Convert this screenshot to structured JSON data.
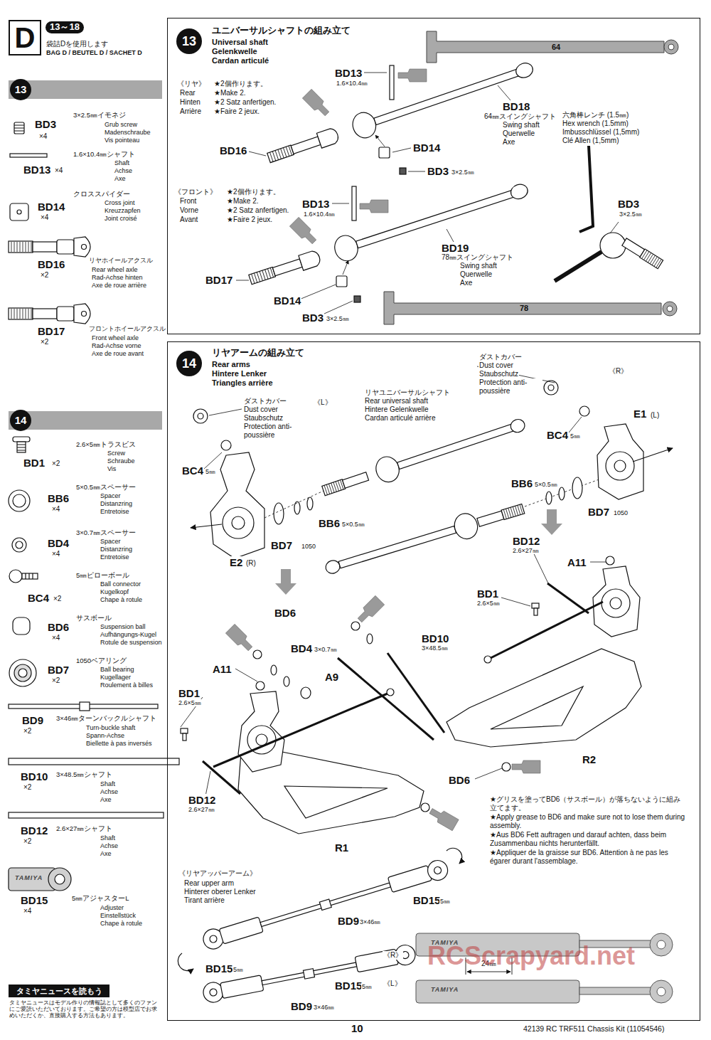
{
  "diagram": {
    "nodes": [
      {
        "text": [
          "D"
        ]
      },
      {
        "text": [
          "13"
        ]
      },
      {
        "text": [
          "14"
        ]
      },
      {
        "text": [
          "ユニバーサルシャフトの組み立て",
          "Universal shaft",
          "Gelenkwelle",
          "Cardan articulé"
        ]
      },
      {
        "text": [
          "13"
        ],
        "in": 3
      },
      {
        "text": [
          "リヤアームの組み立て",
          "Rear arms",
          "Hintere Lenker",
          "Triangles arrière"
        ]
      },
      {
        "text": [
          "14"
        ],
        "in": 5
      },
      {
        "text": [
          "タミヤニュースを読もう"
        ]
      }
    ],
    "labels": [
      "13～18",
      "袋詰Dを使用します",
      "BAG D / BEUTEL D / SACHET D",
      "BD3",
      "×4",
      "3×2.5㎜イモネジ",
      "Grub screw",
      "Madenschraube",
      "Vis pointeau",
      "BD13",
      "×4",
      "1.6×10.4㎜シャフト",
      "Shaft",
      "Achse",
      "Axe",
      "BD14",
      "×4",
      "クロススパイダー",
      "Cross joint",
      "Kreuzzapfen",
      "Joint croisé",
      "BD16",
      "×2",
      "リヤホイールアクスル",
      "Rear wheel axle",
      "Rad-Achse hinten",
      "Axe de roue arrière",
      "BD17",
      "×2",
      "フロントホイールアクスル",
      "Front wheel axle",
      "Rad-Achse vorne",
      "Axe de roue avant",
      "BD1",
      "×2",
      "2.6×5㎜トラスビス",
      "Screw",
      "Schraube",
      "Vis",
      "BB6",
      "×4",
      "5×0.5㎜スペーサー",
      "Spacer",
      "Distanzring",
      "Entretoise",
      "BD4",
      "×4",
      "3×0.7㎜スペーサー",
      "Spacer",
      "Distanzring",
      "Entretoise",
      "BC4",
      "×2",
      "5㎜ピローボール",
      "Ball connector",
      "Kugelkopf",
      "Chape à rotule",
      "BD6",
      "×4",
      "サスボール",
      "Suspension ball",
      "Aufhängungs-Kugel",
      "Rotule de suspension",
      "BD7",
      "×2",
      "1050ベアリング",
      "Ball bearing",
      "Kugellager",
      "Roulement à billes",
      "BD9",
      "×2",
      "3×46㎜ターンバックルシャフト",
      "Turn-buckle shaft",
      "Spann-Achse",
      "Biellette à pas inversés",
      "BD10",
      "×2",
      "3×48.5㎜シャフト",
      "Shaft",
      "Achse",
      "Axe",
      "BD12",
      "×2",
      "2.6×27㎜シャフト",
      "Shaft",
      "Achse",
      "Axe",
      "TAMIYA",
      "BD15",
      "×4",
      "5㎜アジャスターL",
      "Adjuster",
      "Einstellstück",
      "Chape à rotule",
      "タミヤニュースはモデル作りの情報誌として多くのファンにご愛読いただいております。ご希望の方は模型店でお求めいただくか、直接購入する方法もあります。",
      "《リヤ》",
      "Rear",
      "Hinten",
      "Arrière",
      "★2個作ります。",
      "★Make 2.",
      "★2 Satz anfertigen.",
      "★Faire 2 jeux.",
      "64",
      "BD13",
      "1.6×10.4㎜",
      "BD18",
      "64㎜スイングシャフト",
      "Swing shaft",
      "Querwelle",
      "Axe",
      "六角棒レンチ (1.5㎜)",
      "Hex wrench (1.5mm)",
      "Imbusschlüssel (1,5mm)",
      "Clé Allen (1,5mm)",
      "BD16",
      "BD14",
      "BD3",
      "3×2.5㎜",
      "BD3",
      "3×2.5㎜",
      "《フロント》",
      "Front",
      "Vorne",
      "Avant",
      "★2個作ります。",
      "★Make 2.",
      "★2 Satz anfertigen.",
      "★Faire 2 jeux.",
      "BD13",
      "1.6×10.4㎜",
      "BD19",
      "78㎜スイングシャフト",
      "Swing shaft",
      "Querwelle",
      "Axe",
      "BD17",
      "BD14",
      "BD3",
      "3×2.5㎜",
      "78",
      "ダストカバー",
      "Dust cover",
      "Staubschutz",
      "Protection anti- poussière",
      "《L》",
      "リヤユニバーサルシャフト",
      "Rear universal shaft",
      "Hintere Gelenkwelle",
      "Cardan articulé arrière",
      "ダストカバー",
      "Dust cover",
      "Staubschutz",
      "Protection anti- poussière",
      "《R》",
      "E1",
      "(L)",
      "BC4",
      "5㎜",
      "BB6",
      "5×0.5㎜",
      "BD7",
      "1050",
      "BC4",
      "5㎜",
      "BB6",
      "5×0.5㎜",
      "BD7",
      "1050",
      "E2",
      "(R)",
      "BD12",
      "2.6×27㎜",
      "A11",
      "BD1",
      "2.6×5㎜",
      "BD6",
      "BD4",
      "3×0.7㎜",
      "BD10",
      "3×48.5㎜",
      "A9",
      "A11",
      "BD1",
      "2.6×5㎜",
      "BD12",
      "2.6×27㎜",
      "R1",
      "R2",
      "BD6",
      "★グリスを塗ってBD6（サスボール）が落ちないように組み立てます。",
      "★Apply grease to BD6 and make sure not to lose them during assembly.",
      "★Aus BD6 Fett auftragen und darauf achten, dass beim Zusammenbau nichts herunterfällt.",
      "★Appliquer de la graisse sur BD6. Attention à ne pas les égarer durant l'assemblage.",
      "《リヤアッパーアーム》",
      "Rear upper arm",
      "Hinterer oberer Lenker",
      "Tirant arrière",
      "BD15",
      "5㎜",
      "BD9",
      "3×46㎜",
      "BD15",
      "5㎜",
      "BD15",
      "5㎜",
      "BD9",
      "3×46㎜",
      "《R》",
      "《L》",
      "TAMIYA",
      "24㎜",
      "TAMIYA",
      "RCScrapyard.net",
      "10",
      "42139 RC TRF511 Chassis Kit (11054546)"
    ]
  }
}
